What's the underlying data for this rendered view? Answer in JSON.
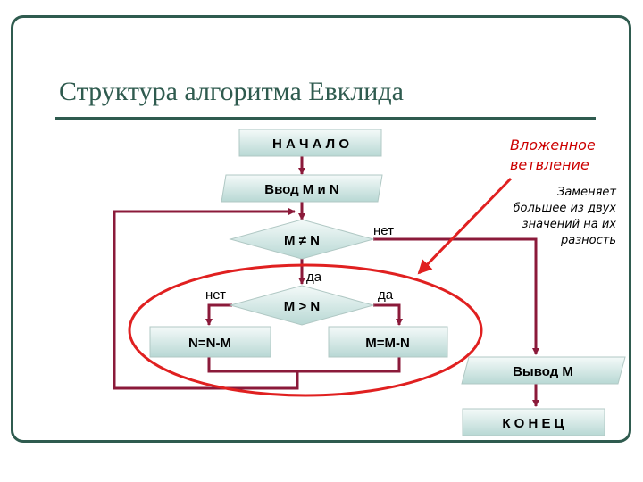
{
  "title": "Структура алгоритма Евклида",
  "blocks": {
    "start": "Н А Ч А Л О",
    "input": "Ввод M и N",
    "cond_main": "M ≠ N",
    "cond_inner": "M > N",
    "assign_left": "N=N-M",
    "assign_right": "M=M-N",
    "output": "Вывод M",
    "end": "К О Н Е Ц"
  },
  "labels": {
    "main_no": "нет",
    "main_yes": "да",
    "inner_no": "нет",
    "inner_yes": "да"
  },
  "annotation": {
    "nested_line1": "Вложенное",
    "nested_line2": "ветвление",
    "note_line1": "Заменяет",
    "note_line2": "большее из двух",
    "note_line3": "значений  на их",
    "note_line4": "разность"
  },
  "colors": {
    "frame": "#2f5b4f",
    "connector": "#8b1a3a",
    "highlight": "#e02020",
    "block_fill": "#d4e8e6"
  }
}
